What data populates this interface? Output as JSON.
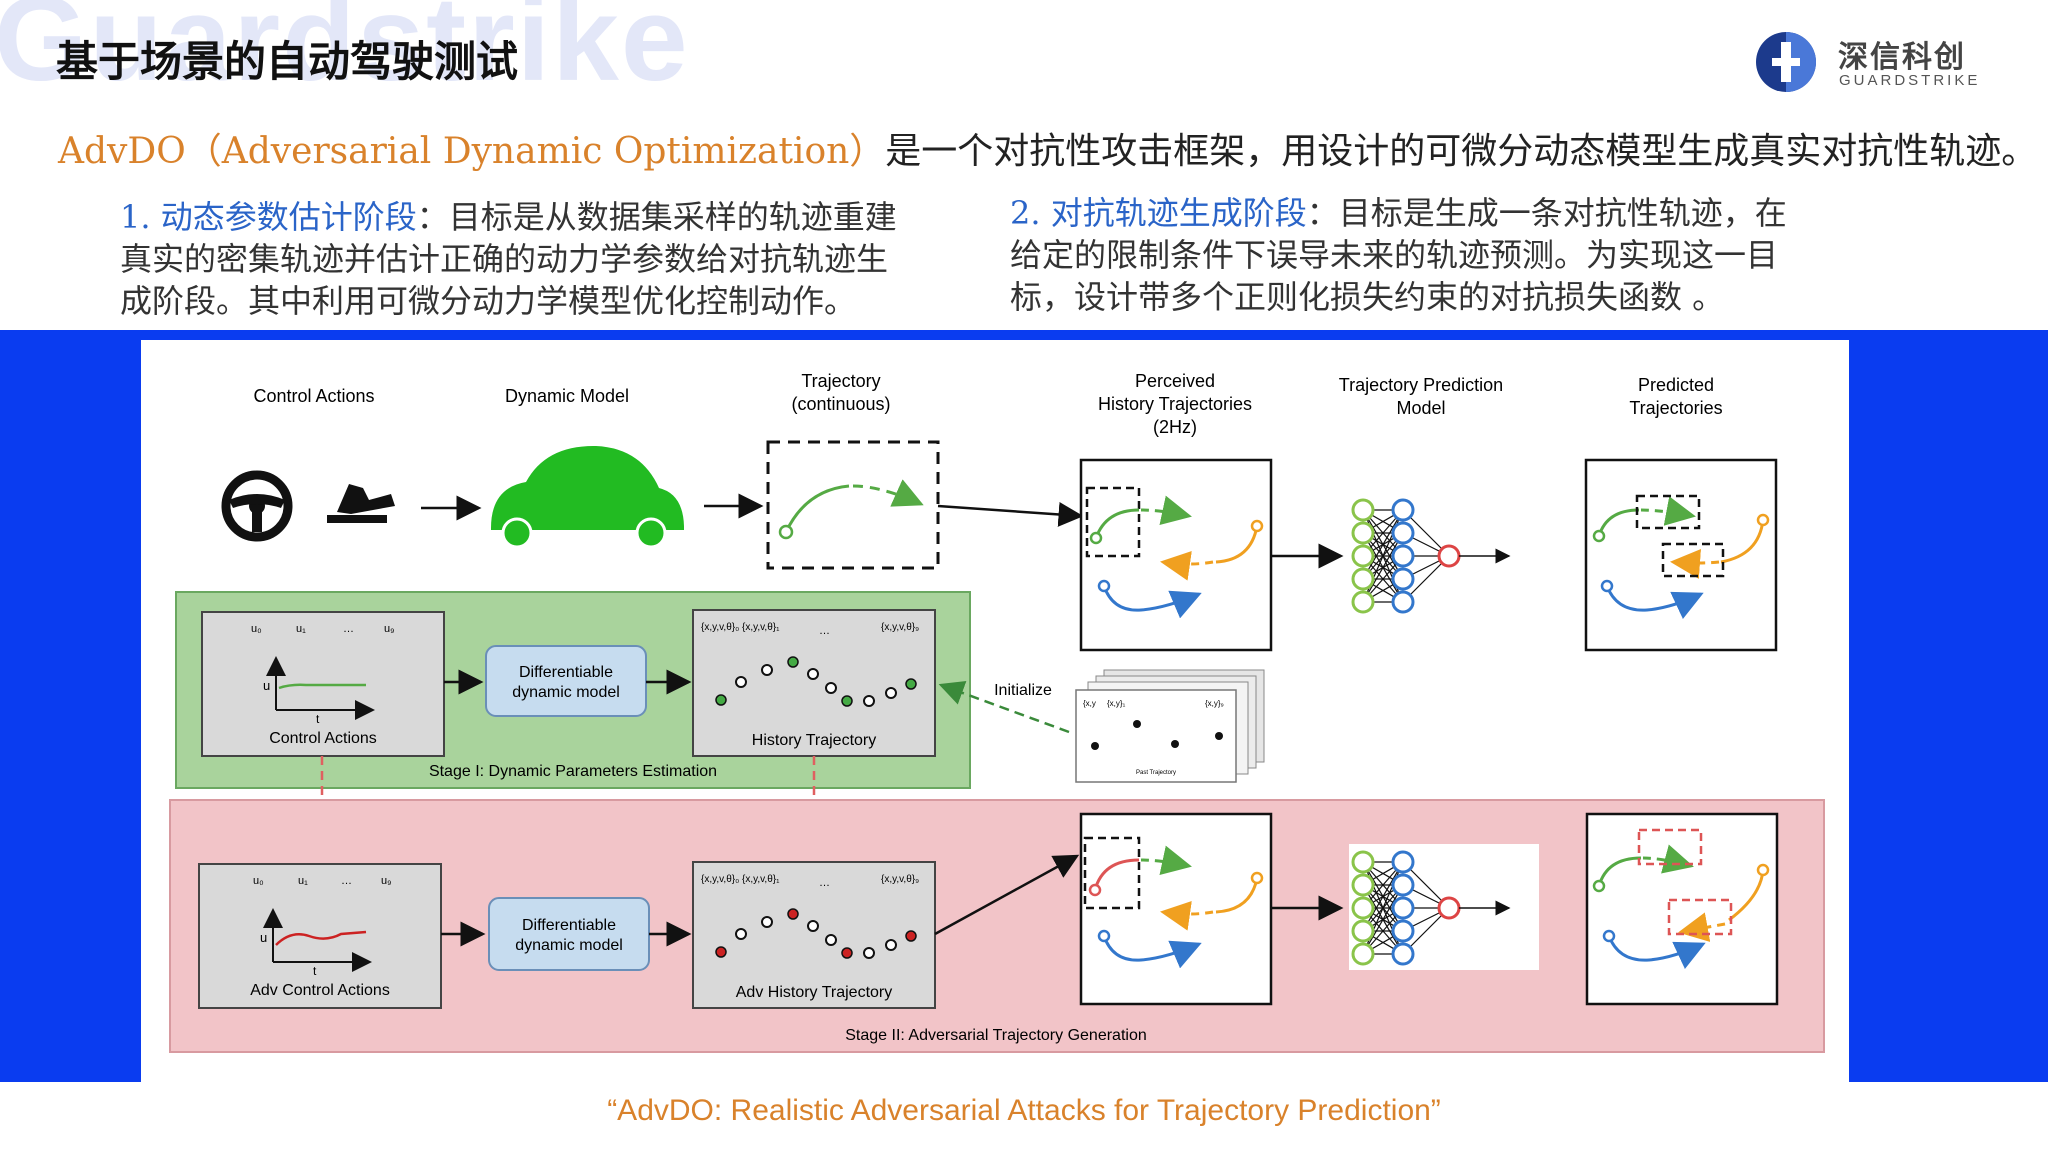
{
  "header": {
    "watermark": "Guardstrike",
    "title": "基于场景的自动驾驶测试",
    "logo_cn": "深信科创",
    "logo_en": "GUARDSTRIKE"
  },
  "intro": {
    "highlight": "AdvDO（Adversarial Dynamic Optimization）",
    "rest": "是一个对抗性攻击框架，用设计的可微分动态模型生成真实对抗性轨迹。"
  },
  "stage1_desc": {
    "heading": "1. 动态参数估计阶段",
    "line1": "：目标是从数据集采样的轨迹重建",
    "line2": "真实的密集轨迹并估计正确的动力学参数给对抗轨迹生",
    "line3": "成阶段。其中利用可微分动力学模型优化控制动作。"
  },
  "stage2_desc": {
    "heading": "2. 对抗轨迹生成阶段",
    "line1": "：目标是生成一条对抗性轨迹，在",
    "line2": "给定的限制条件下误导未来的轨迹预测。为实现这一目",
    "line3": "标，设计带多个正则化损失约束的对抗损失函数 。"
  },
  "figure": {
    "col_control": "Control Actions",
    "col_dynamic": "Dynamic Model",
    "col_traj_1": "Trajectory",
    "col_traj_2": "(continuous)",
    "col_perc_1": "Perceived",
    "col_perc_2": "History Trajectories",
    "col_perc_3": "(2Hz)",
    "col_pred_model_1": "Trajectory Prediction",
    "col_pred_model_2": "Model",
    "col_predicted_1": "Predicted",
    "col_predicted_2": "Trajectories",
    "u0": "u₀",
    "u1": "u₁",
    "udots": "…",
    "uT": "u₉",
    "u_axis": "u",
    "t_axis": "t",
    "control_actions": "Control Actions",
    "adv_control_actions": "Adv Control Actions",
    "diff_model_1": "Differentiable",
    "diff_model_2": "dynamic model",
    "state0": "{x,y,v,θ}₀ {x,y,v,θ}₁",
    "state_dots": "…",
    "stateT": "{x,y,v,θ}₉",
    "history_trajectory": "History Trajectory",
    "adv_history_trajectory": "Adv History Trajectory",
    "stage1": "Stage I: Dynamic Parameters Estimation",
    "stage2": "Stage II: Adversarial Trajectory Generation",
    "initialize": "Initialize",
    "past_xy0": "{x,y",
    "past_xy1": "{x,y}₁",
    "past_xyT": "{x,y}₉",
    "past_trajectory": "Past Trajectory"
  },
  "citation": "“AdvDO: Realistic Adversarial Attacks for Trajectory Prediction”",
  "colors": {
    "accent_orange": "#d9822b",
    "heading_blue": "#2a64c8",
    "band_blue": "#0a3cf0",
    "stage1_green": "#a9d39c",
    "stage2_pink": "#f2c4c8",
    "car_green": "#22bb22"
  }
}
